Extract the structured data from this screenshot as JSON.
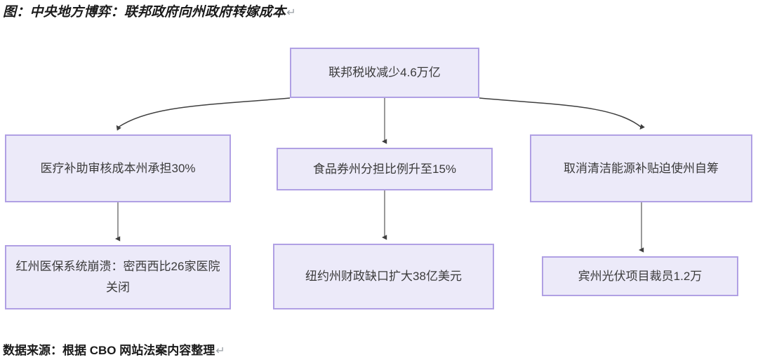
{
  "figure": {
    "title": "图：中央地方博弈：联邦政府向州政府转嫁成本",
    "title_mark": "↵",
    "source": "数据来源：根据 CBO 网站法案内容整理",
    "source_mark": "↵"
  },
  "theme": {
    "node_fill": "#eceaf9",
    "node_border": "#b0a0e4",
    "node_text": "#3b3b3b",
    "connector": "#3f3f3f",
    "connector_stem": "#8f8f8f",
    "page_background": "#ffffff"
  },
  "diagram": {
    "type": "flowchart",
    "orientation": "top-down",
    "levels": 3,
    "nodes": [
      {
        "id": "root",
        "level": 1,
        "label": "联邦税收减少4.6万亿"
      },
      {
        "id": "l2-1",
        "level": 2,
        "label": "医疗补助审核成本州承担30%"
      },
      {
        "id": "l2-2",
        "level": 2,
        "label": "食品券州分担比例升至15%"
      },
      {
        "id": "l2-3",
        "level": 2,
        "label": "取消清洁能源补贴迫使州自筹"
      },
      {
        "id": "l3-1",
        "level": 3,
        "label": "红州医保系统崩溃：密西西比26家医院关闭"
      },
      {
        "id": "l3-2",
        "level": 3,
        "label": "纽约州财政缺口扩大38亿美元"
      },
      {
        "id": "l3-3",
        "level": 3,
        "label": "宾州光伏项目裁员1.2万"
      }
    ],
    "edges": [
      {
        "from": "root",
        "to": "l2-1",
        "style": "curved"
      },
      {
        "from": "root",
        "to": "l2-2",
        "style": "straight"
      },
      {
        "from": "root",
        "to": "l2-3",
        "style": "curved"
      },
      {
        "from": "l2-1",
        "to": "l3-1",
        "style": "straight"
      },
      {
        "from": "l2-2",
        "to": "l3-2",
        "style": "straight"
      },
      {
        "from": "l2-3",
        "to": "l3-3",
        "style": "straight"
      }
    ]
  }
}
